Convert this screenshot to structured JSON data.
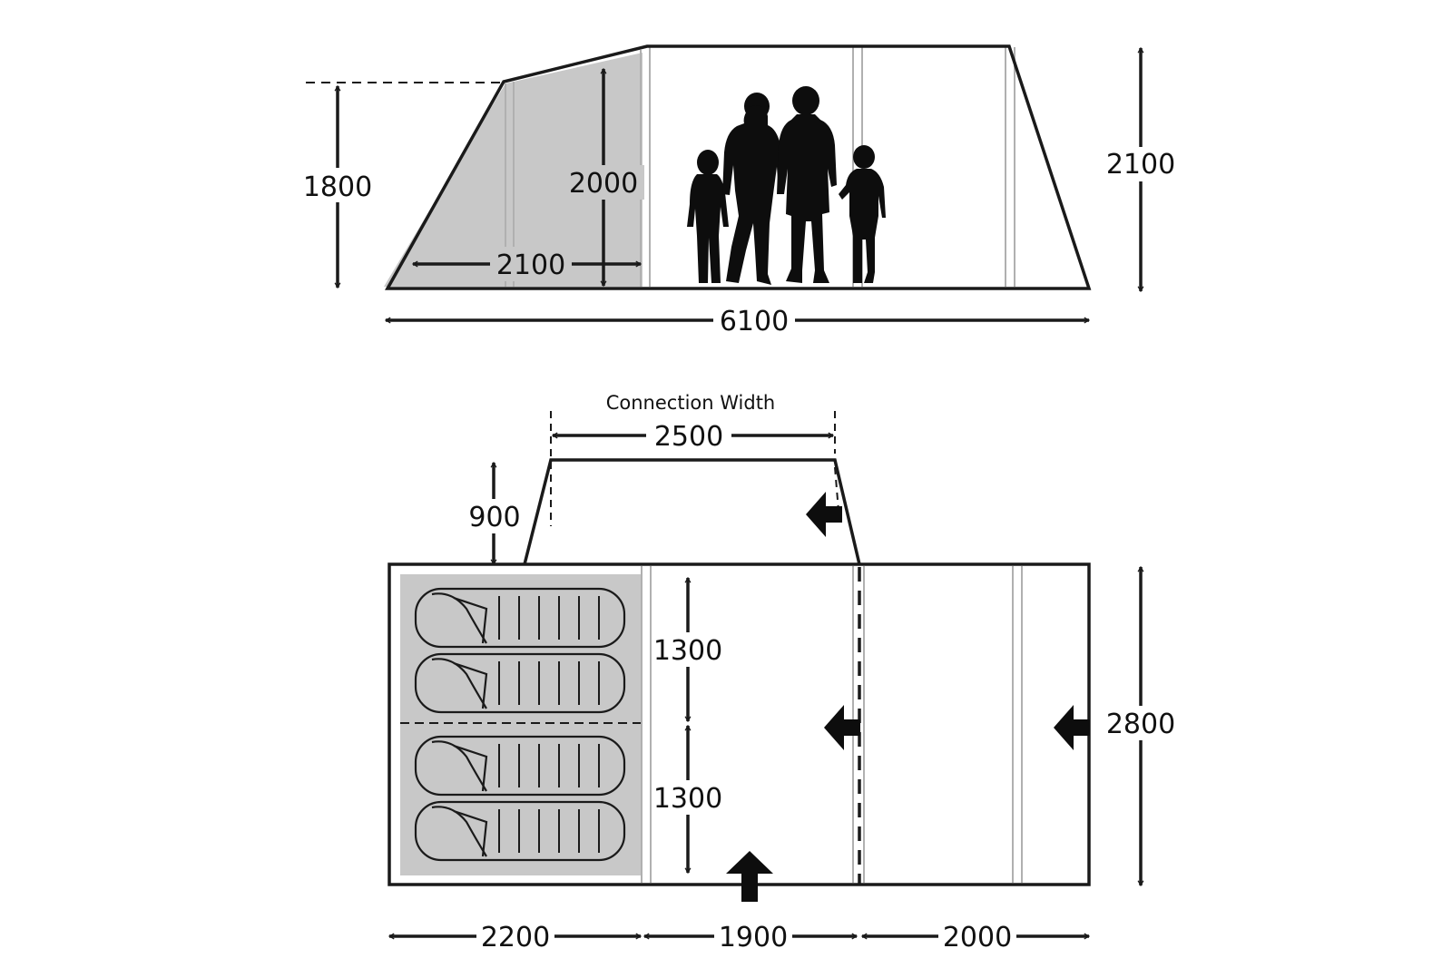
{
  "colors": {
    "outline": "#1a1a1a",
    "shade": "#c8c8c8",
    "pole": "#b0b0b0",
    "silhouette": "#0d0d0d"
  },
  "elevation": {
    "side_height": "1800",
    "interior_height": "2000",
    "bedroom_length": "2100",
    "total_length": "6100",
    "end_height": "2100"
  },
  "plan": {
    "connection_label": "Connection Width",
    "connection_width": "2500",
    "canopy_depth": "900",
    "bay_top": "1300",
    "bay_bottom": "1300",
    "total_width": "2800",
    "section_1": "2200",
    "section_2": "1900",
    "section_3": "2000"
  },
  "icons": [
    "figures-silhouette-icon",
    "sleeping-bag-icon",
    "door-arrow-icon"
  ]
}
